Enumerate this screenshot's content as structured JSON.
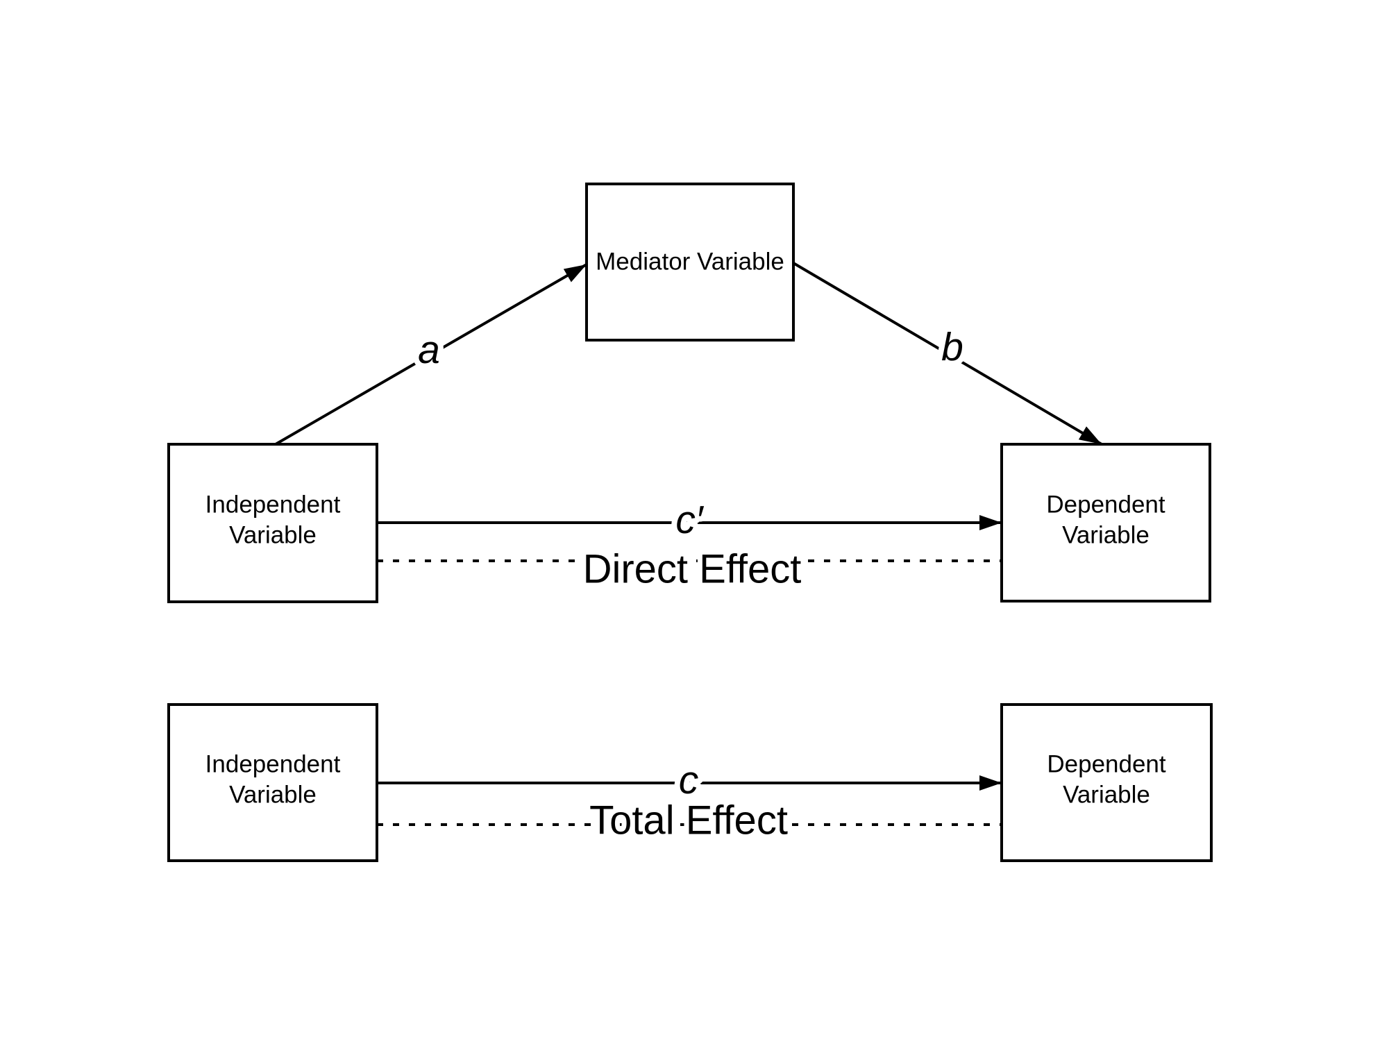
{
  "colors": {
    "stroke": "#000000",
    "background": "#ffffff",
    "box_fill": "#ffffff"
  },
  "top_model": {
    "mediator_box": {
      "label": "Mediator Variable"
    },
    "independent_box": {
      "line1": "Independent",
      "line2": "Variable"
    },
    "dependent_box": {
      "line1": "Dependent",
      "line2": "Variable"
    },
    "paths": {
      "a": "a",
      "b": "b",
      "c_prime": "c′",
      "direct_effect": "Direct Effect"
    }
  },
  "bottom_model": {
    "independent_box": {
      "line1": "Independent",
      "line2": "Variable"
    },
    "dependent_box": {
      "line1": "Dependent",
      "line2": "Variable"
    },
    "paths": {
      "c": "c",
      "total_effect": "Total Effect"
    }
  }
}
